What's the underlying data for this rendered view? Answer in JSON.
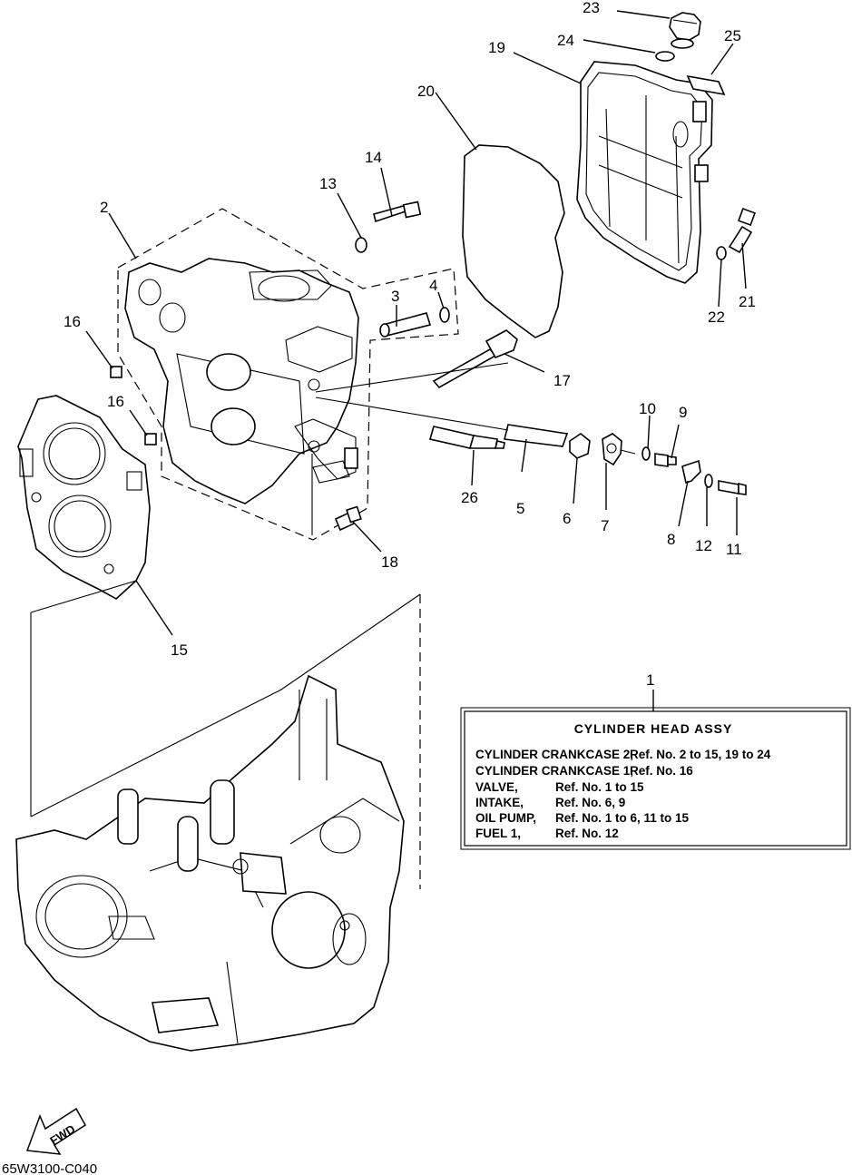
{
  "diagram_code": "65W3100-C040",
  "fwd_label": "FWD",
  "callouts": {
    "c1": "1",
    "c2": "2",
    "c3": "3",
    "c4": "4",
    "c5": "5",
    "c6": "6",
    "c7": "7",
    "c8": "8",
    "c9": "9",
    "c10": "10",
    "c11": "11",
    "c12": "12",
    "c13": "13",
    "c14": "14",
    "c15": "15",
    "c16a": "16",
    "c16b": "16",
    "c17": "17",
    "c18": "18",
    "c19": "19",
    "c20": "20",
    "c21": "21",
    "c22": "22",
    "c23": "23",
    "c24": "24",
    "c25": "25",
    "c26": "26"
  },
  "legend": {
    "title": "CYLINDER HEAD ASSY",
    "rows": [
      {
        "name": "CYLINDER CRANKCASE 2,",
        "ref": "Ref. No. 2 to 15, 19 to 24"
      },
      {
        "name": "CYLINDER CRANKCASE 1,",
        "ref": "Ref. No. 16"
      },
      {
        "name": "VALVE,",
        "ref": "Ref. No. 1 to 15"
      },
      {
        "name": "INTAKE,",
        "ref": "Ref. No. 6, 9"
      },
      {
        "name": "OIL PUMP,",
        "ref": "Ref. No. 1 to 6, 11 to 15"
      },
      {
        "name": "FUEL 1,",
        "ref": "Ref. No. 12"
      }
    ]
  }
}
